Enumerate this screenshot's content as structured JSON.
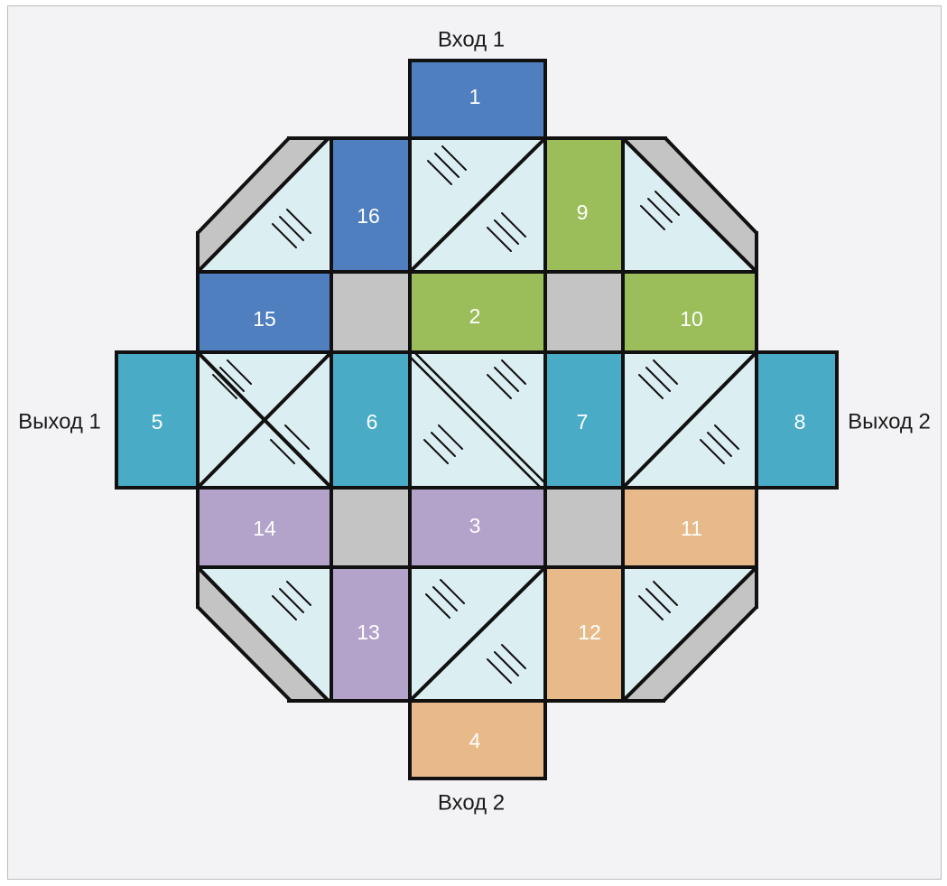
{
  "labels": {
    "entry_1": "Вход 1",
    "entry_2": "Вход 2",
    "exit_1": "Выход 1",
    "exit_2": "Выход 2"
  },
  "cells": {
    "c1": "1",
    "c2": "2",
    "c3": "3",
    "c4": "4",
    "c5": "5",
    "c6": "6",
    "c7": "7",
    "c8": "8",
    "c9": "9",
    "c10": "10",
    "c11": "11",
    "c12": "12",
    "c13": "13",
    "c14": "14",
    "c15": "15",
    "c16": "16"
  },
  "colors": {
    "blue": "#4f7fbf",
    "green": "#9bbe5b",
    "teal": "#49abc6",
    "purple": "#b3a3cb",
    "orange": "#e8ba8a",
    "gray": "#c4c4c4",
    "glass": "#dbeef2",
    "outline": "#111111",
    "background": "#f3f3f5"
  }
}
